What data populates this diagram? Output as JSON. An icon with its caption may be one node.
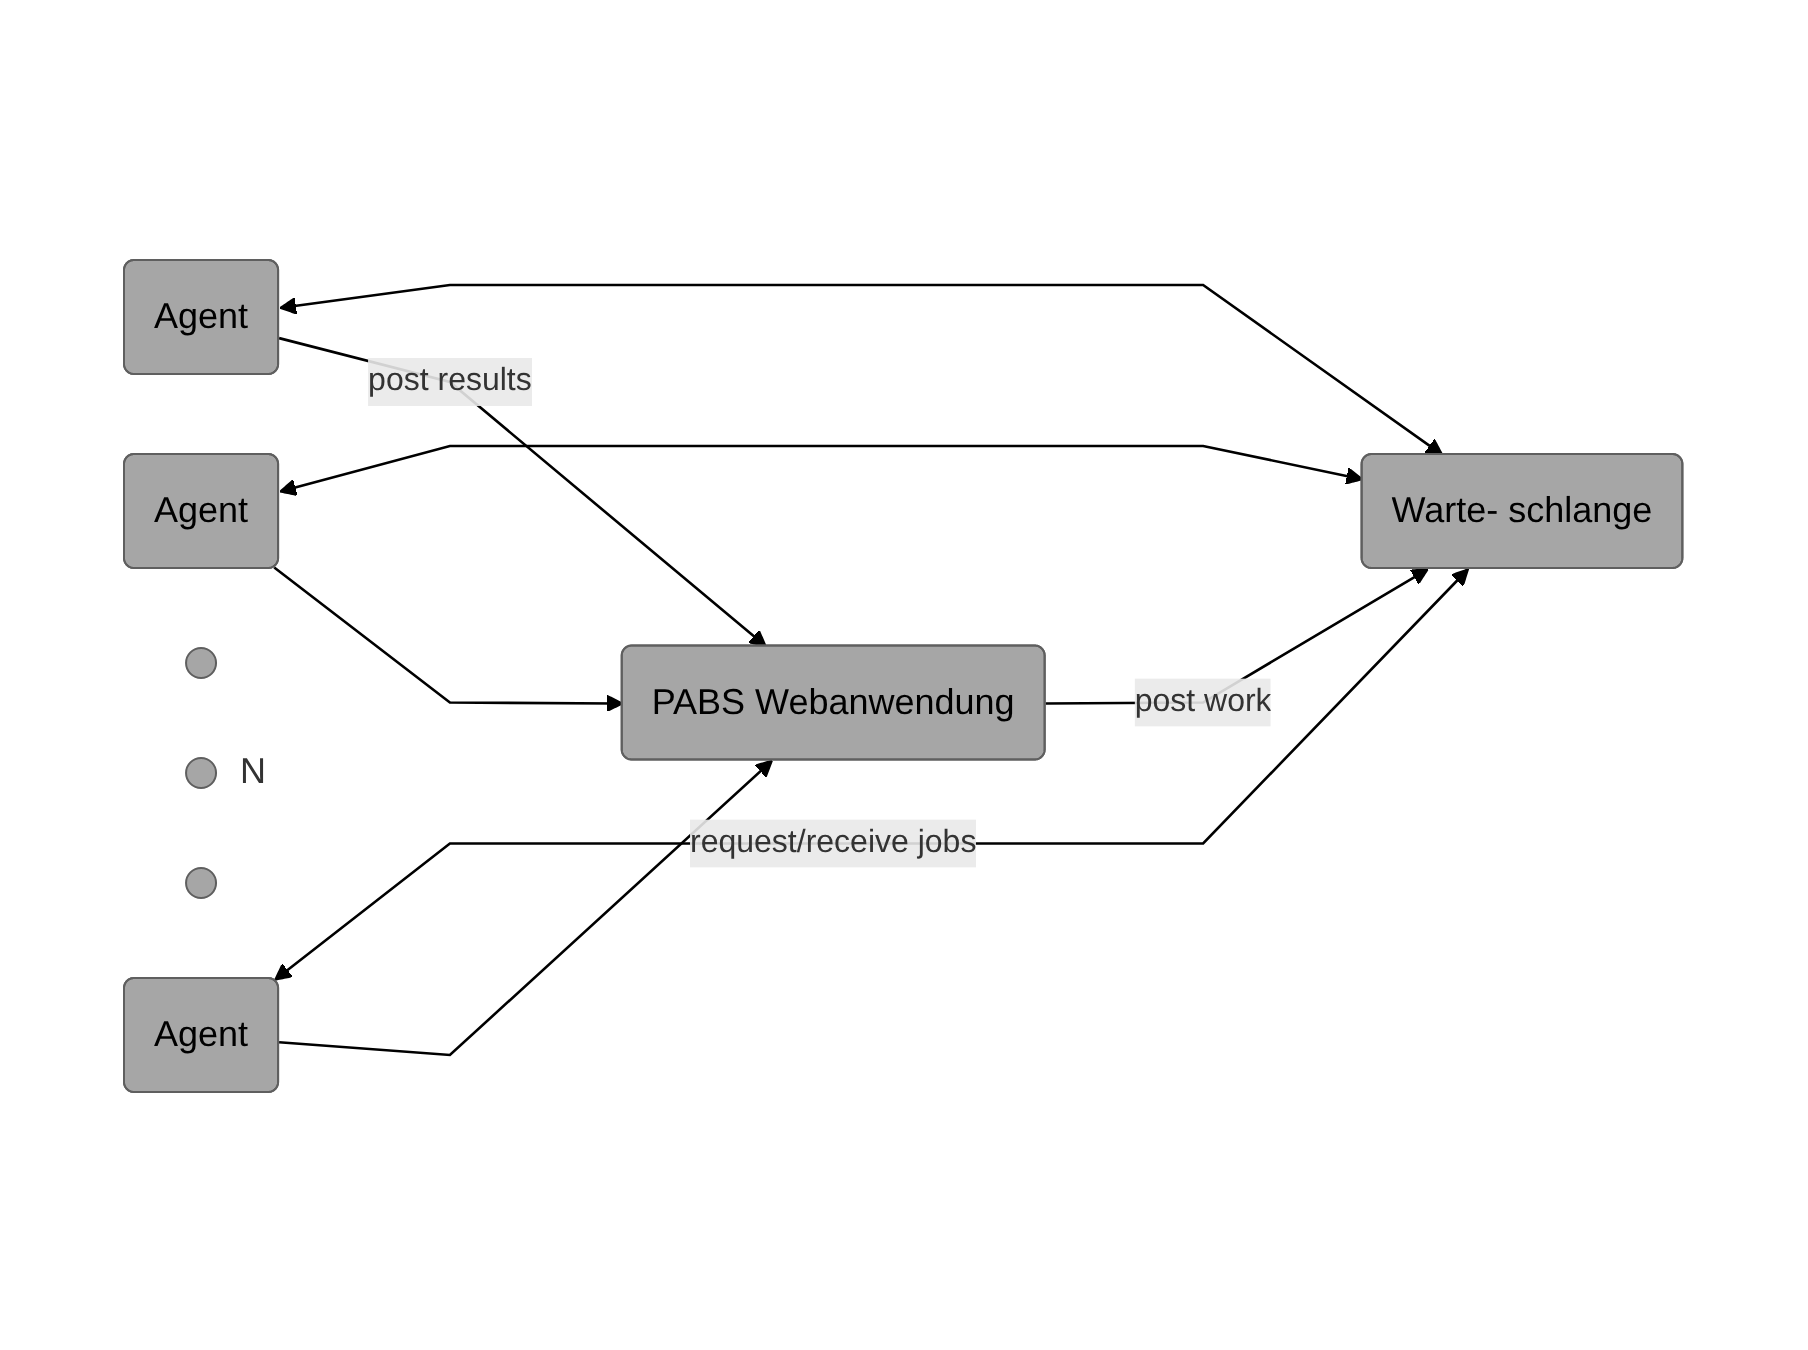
{
  "diagram": {
    "nodes": [
      {
        "text": [
          "Agent"
        ]
      },
      {
        "text": [
          "Agent"
        ]
      },
      {
        "text": [],
        "shape": "circle"
      },
      {
        "text": [],
        "shape": "circle",
        "beside": [
          "N"
        ]
      },
      {
        "text": [],
        "shape": "circle"
      },
      {
        "text": [
          "Agent"
        ]
      },
      {
        "text": [
          "Warte- schlange"
        ]
      },
      {
        "text": [
          "PABS Webanwendung"
        ]
      }
    ],
    "edges": [
      {
        "from": 0,
        "to": 6,
        "arrow": "both"
      },
      {
        "from": 1,
        "to": 6,
        "arrow": "both"
      },
      {
        "from": 5,
        "to": 6,
        "arrow": "both",
        "label": "request/receive jobs"
      },
      {
        "from": 7,
        "to": 6,
        "arrow": "to",
        "label": "post work"
      },
      {
        "from": 0,
        "to": 7,
        "arrow": "to",
        "label": "post results"
      },
      {
        "from": 1,
        "to": 7,
        "arrow": "to"
      },
      {
        "from": 5,
        "to": 7,
        "arrow": "to"
      }
    ]
  }
}
